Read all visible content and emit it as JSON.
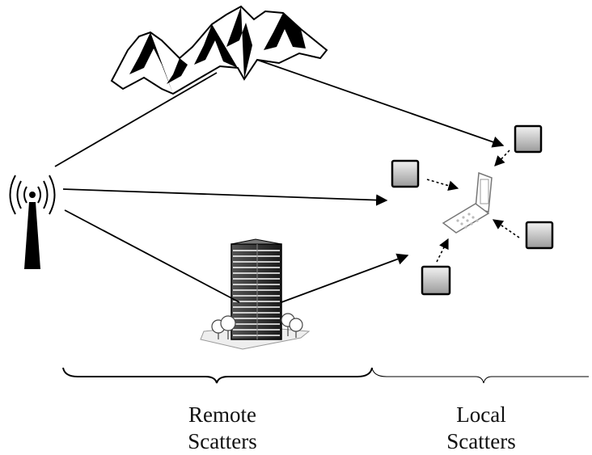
{
  "labels": {
    "remote": [
      "Remote",
      "Scatters"
    ],
    "local": [
      "Local",
      "Scatters"
    ]
  },
  "icons": {
    "antenna": "radio-tower-icon",
    "mountains": "mountains-icon",
    "building": "office-building-icon",
    "phone": "mobile-phone-icon",
    "scatterer": "local-scatterer-square-icon"
  },
  "colors": {
    "stroke": "#000000",
    "scatterer_fill_top": "#f2f2f2",
    "scatterer_fill_bottom": "#9a9a9a"
  }
}
